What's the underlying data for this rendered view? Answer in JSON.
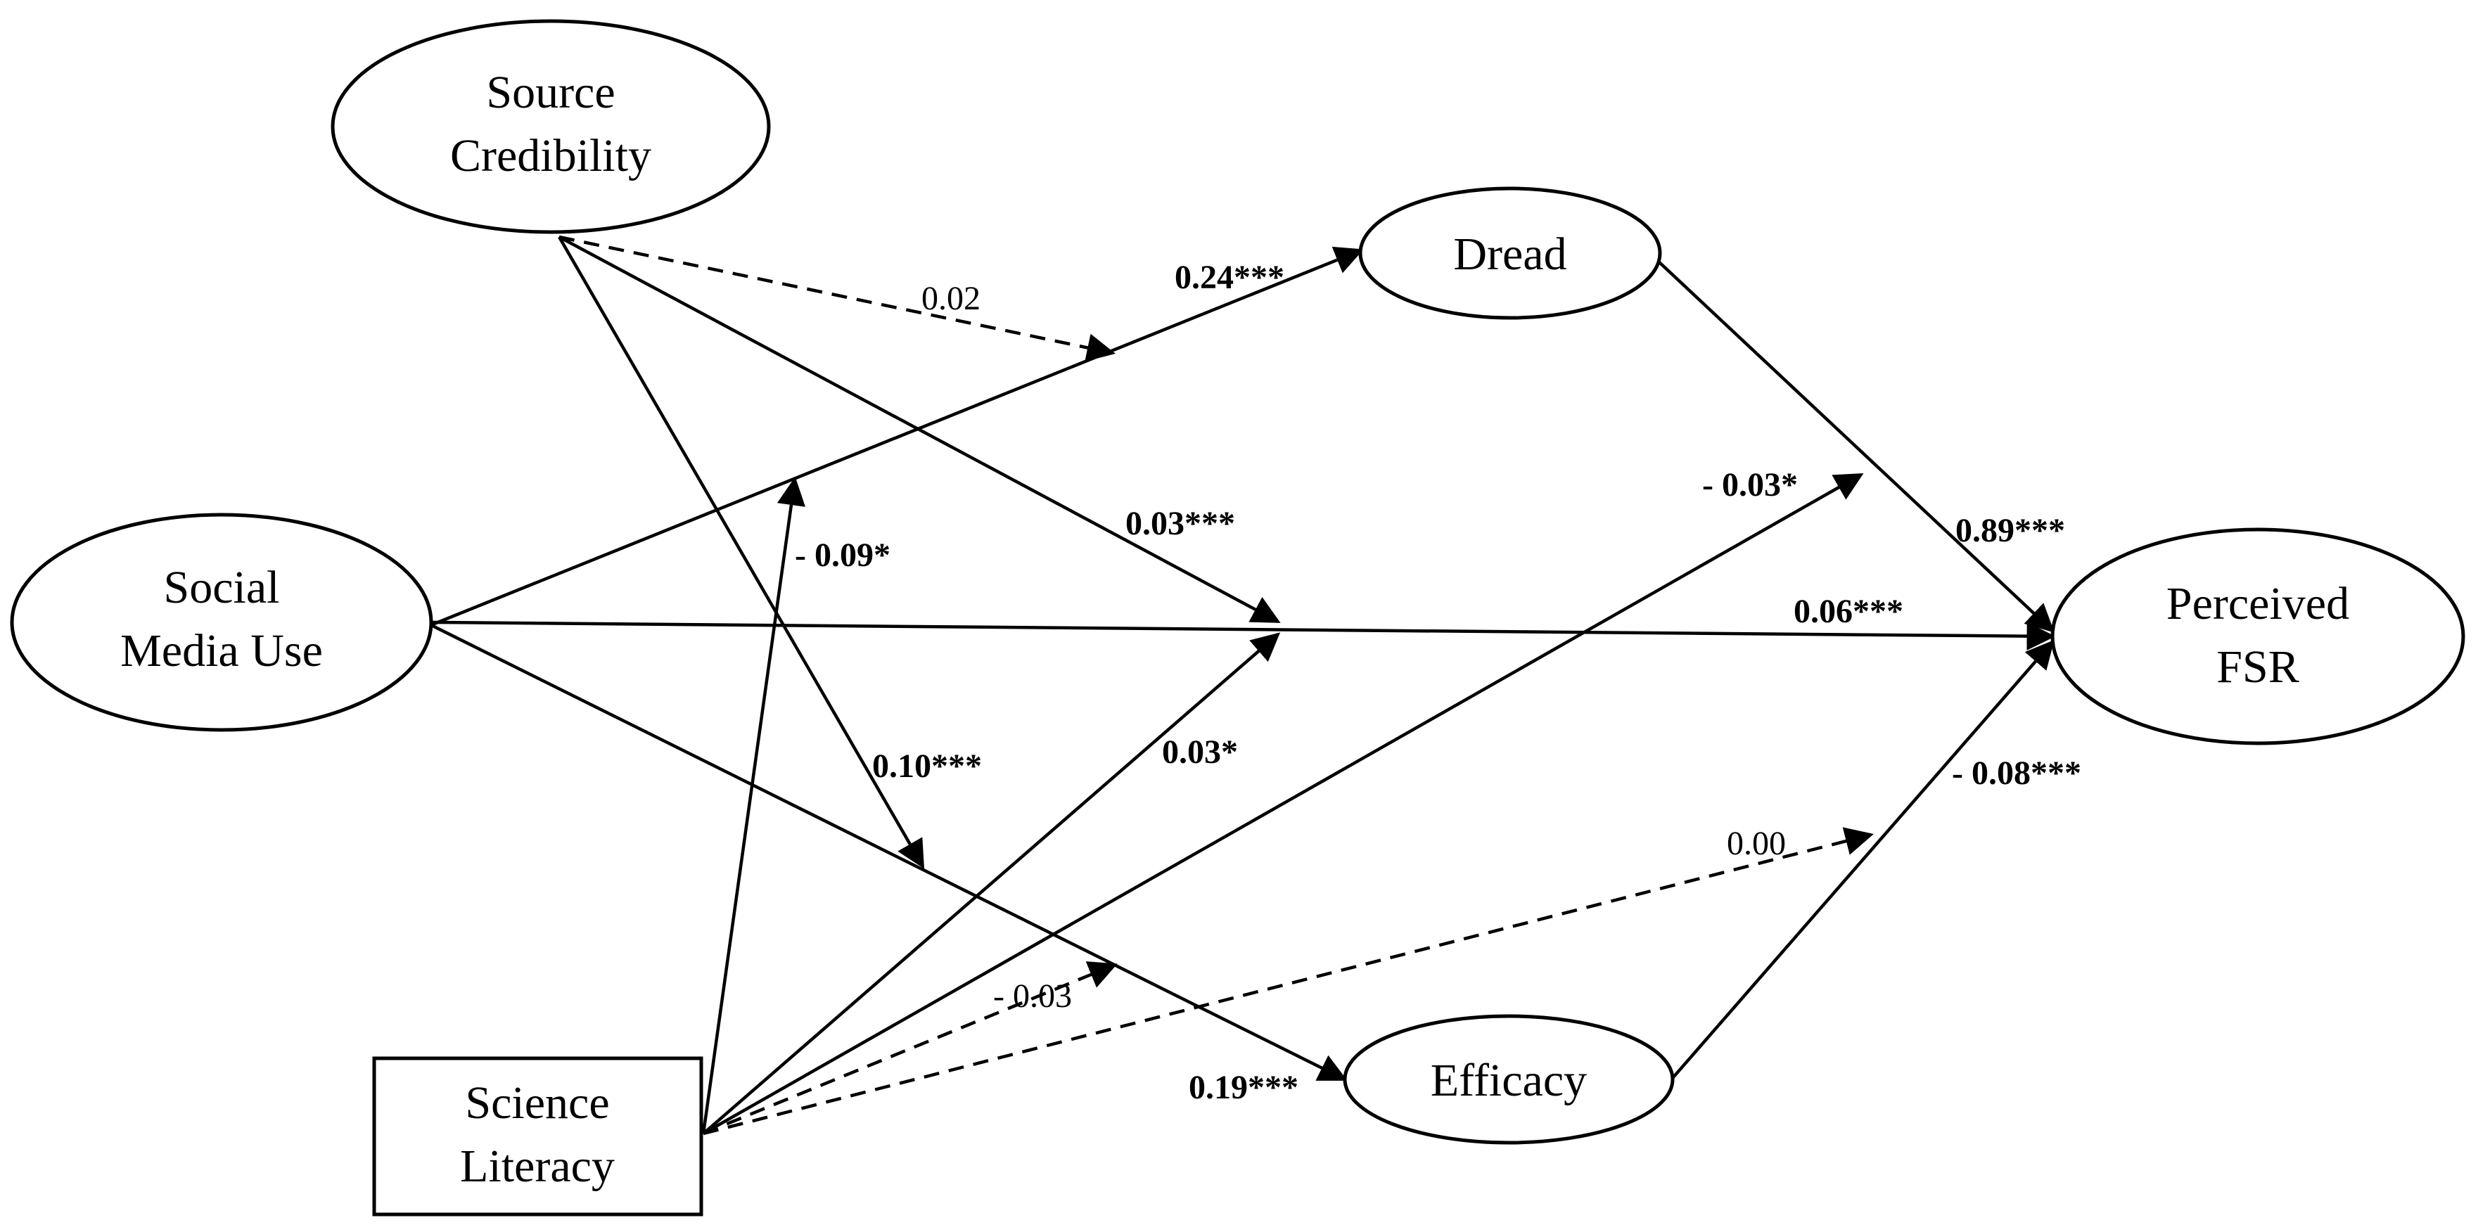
{
  "nodes": {
    "source_credibility": {
      "lines": [
        "Source",
        "Credibility"
      ]
    },
    "dread": {
      "lines": [
        "Dread"
      ]
    },
    "social_media_use": {
      "lines": [
        "Social",
        "Media Use"
      ]
    },
    "perceived_fsr": {
      "lines": [
        "Perceived",
        "FSR"
      ]
    },
    "science_literacy": {
      "lines": [
        "Science",
        "Literacy"
      ]
    },
    "efficacy": {
      "lines": [
        "Efficacy"
      ]
    }
  },
  "paths": {
    "smu_dread": "0.24***",
    "smu_fsr": "0.06***",
    "smu_efficacy": "0.19***",
    "sc_mod_dread": "0.02",
    "sc_mod_fsr": "0.03***",
    "sc_mod_efficacy": "0.10***",
    "sl_mod_dread": "- 0.09*",
    "sl_mod_fsr": "0.03*",
    "sl_mod_dread_fsr": "- 0.03*",
    "sl_mod_efficacy": "- 0.03",
    "sl_mod_efficacy_fsr": "0.00",
    "dread_fsr": "0.89***",
    "efficacy_fsr": "- 0.08***"
  }
}
